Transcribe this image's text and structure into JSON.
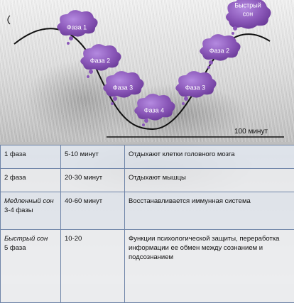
{
  "bubbles": {
    "phase1": "Фаза 1",
    "phase2_left": "Фаза 2",
    "phase3_left": "Фаза 3",
    "phase4": "Фаза 4",
    "phase3_right": "Фаза 3",
    "phase2_right": "Фаза 2",
    "rem_line1": "Быстрый",
    "rem_line2": "сон"
  },
  "axis": {
    "label": "100 минут"
  },
  "colors": {
    "bubble": "#8a57b8",
    "table_border": "#6e84a8"
  },
  "table": {
    "rows": [
      {
        "name": "1 фаза",
        "duration": "5-10 минут",
        "description": "Отдыхают клетки головного мозга"
      },
      {
        "name": "2 фаза",
        "duration": "20-30 минут",
        "description": "Отдыхают мышцы"
      },
      {
        "name_line1": "Медленный сон",
        "name_line2": "3-4 фазы",
        "duration": "40-60 минут",
        "description": "Восстанавливается иммунная система"
      },
      {
        "name_line1": "Быстрый сон",
        "name_line2": "5 фаза",
        "duration": "10-20",
        "description": "Функции психологической защиты, переработка информации ее обмен между сознанием и подсознанием"
      }
    ]
  }
}
